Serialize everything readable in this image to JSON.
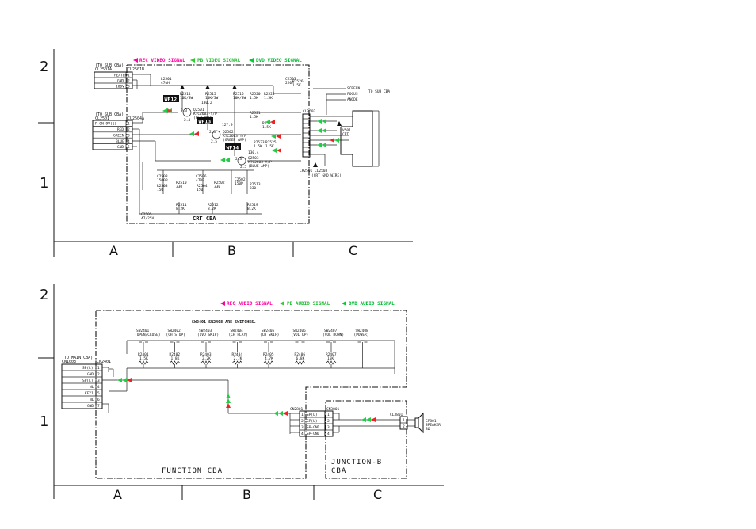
{
  "grid": {
    "rows": [
      "2",
      "1"
    ],
    "cols": [
      "A",
      "B",
      "C"
    ]
  },
  "colors": {
    "rec": "#ff00a0",
    "pb": "#33cc33",
    "dvd": "#00cc33",
    "arrow_red": "#ee2222",
    "arrow_green": "#22cc44"
  },
  "top": {
    "legend": {
      "rec": "REC VIDEO SIGNAL",
      "pb": "PB VIDEO SIGNAL",
      "dvd": "DVD VIDEO SIGNAL"
    },
    "board_label": "CRT CBA",
    "conn1": {
      "title1": "(TO SUB CBA)",
      "title2": "CL2501A",
      "ref": "CL2501B",
      "pins": [
        {
          "name": "HEATER",
          "num": "1"
        },
        {
          "name": "GND",
          "num": "2"
        },
        {
          "name": "180V",
          "num": "3"
        }
      ]
    },
    "conn2": {
      "title1": "(TO SUB CBA)",
      "title2": "CL2501",
      "ref": "CL2504A",
      "pins": [
        {
          "name": "P-ON+9V(1)",
          "num": "1"
        },
        {
          "name": "RED",
          "num": "2"
        },
        {
          "name": "GREEN",
          "num": "3"
        },
        {
          "name": "BLUE",
          "num": "4"
        },
        {
          "name": "GND",
          "num": "5"
        }
      ]
    },
    "wf": [
      "WF12",
      "WF13",
      "WF14"
    ],
    "transistors": [
      {
        "ref": "Q2501",
        "part": "KTC2603-Y/P",
        "desc": "(RED AMP)"
      },
      {
        "ref": "Q2502",
        "part": "KTC2603-Y/P",
        "desc": "(GREEN AMP)"
      },
      {
        "ref": "Q2503",
        "part": "KTC2603-Y/P",
        "desc": "(BLUE AMP)"
      }
    ],
    "resistors_top": [
      {
        "ref": "R2514",
        "val": "10K/3W"
      },
      {
        "ref": "R2515",
        "val": "10K/3W"
      },
      {
        "ref": "R2516",
        "val": "10K/3W"
      },
      {
        "ref": "R2520",
        "val": "1.5K"
      },
      {
        "ref": "R2524",
        "val": "1.5K"
      }
    ],
    "misc": [
      {
        "ref": "L2501",
        "val": "47uH"
      },
      {
        "ref": "C2503",
        "val": "220P"
      },
      {
        "ref": "R2521",
        "val": "1.5K"
      },
      {
        "ref": "R2522",
        "val": "1.5K"
      },
      {
        "ref": "R2523",
        "val": "1.5K"
      },
      {
        "ref": "R2525",
        "val": "1.5K"
      },
      {
        "ref": "R2526",
        "val": "1.5K"
      },
      {
        "ref": "C2508",
        "val": "1500P"
      },
      {
        "ref": "R2503",
        "val": "150"
      },
      {
        "ref": "C2506",
        "val": "470P"
      },
      {
        "ref": "R2510",
        "val": "330"
      },
      {
        "ref": "R2504",
        "val": "150"
      },
      {
        "ref": "R2502",
        "val": "330"
      },
      {
        "ref": "C2502",
        "val": "150P"
      },
      {
        "ref": "R2511",
        "val": "8.2K"
      },
      {
        "ref": "R2512",
        "val": "8.2K"
      },
      {
        "ref": "R2513",
        "val": "330"
      },
      {
        "ref": "R2519",
        "val": "8.2K"
      },
      {
        "ref": "C2505",
        "val": "47/25V"
      }
    ],
    "voltages": [
      "130.2",
      "2.3",
      "2.4",
      "127.9",
      "2.3",
      "2.5",
      "130.4",
      "2.3",
      "2.5"
    ],
    "crt_conn": {
      "ref": "CL2502",
      "pins": [
        "1",
        "2",
        "3",
        "4",
        "5",
        "6",
        "7",
        "8",
        "9"
      ]
    },
    "crt_labels": [
      "SCREEN",
      "FOCUS",
      "ANODE"
    ],
    "crt_to": "TO SUB CBA",
    "v501": {
      "ref": "V501",
      "desc": "CRT"
    },
    "cl2503": {
      "ref": "CL2503",
      "desc": "(CRT GND WIRE)"
    },
    "cr2501": "CR2501"
  },
  "bottom": {
    "legend": {
      "rec": "REC AUDIO SIGNAL",
      "pb": "PB AUDIO SIGNAL",
      "dvd": "DVD AUDIO SIGNAL"
    },
    "note": "SW2401-SW2408 ARE SWITCHES.",
    "board_label": "FUNCTION CBA",
    "jb_label1": "JUNCTION-B",
    "jb_label2": "CBA",
    "conn": {
      "title1": "(TO MAIN CBA)",
      "title2": "CN1003",
      "ref": "CN2401",
      "pins": [
        {
          "name": "SP(L)",
          "num": "1"
        },
        {
          "name": "GND",
          "num": "2"
        },
        {
          "name": "SP(L)",
          "num": "3"
        },
        {
          "name": "NL",
          "num": "4"
        },
        {
          "name": "KEY1",
          "num": "5"
        },
        {
          "name": "NL",
          "num": "6"
        },
        {
          "name": "GND",
          "num": "7"
        }
      ]
    },
    "switches": [
      {
        "ref": "SW2401",
        "name": "(OPEN/CLOSE)",
        "r": "R2401",
        "rv": "1.5K"
      },
      {
        "ref": "SW2402",
        "name": "(CH STOP)",
        "r": "R2402",
        "rv": "1.8K"
      },
      {
        "ref": "SW2403",
        "name": "(DVD SKIP)",
        "r": "R2403",
        "rv": "2.2K"
      },
      {
        "ref": "SW2404",
        "name": "(CH PLAY)",
        "r": "R2404",
        "rv": "2.7K"
      },
      {
        "ref": "SW2405",
        "name": "(CH SKIP)",
        "r": "R2405",
        "rv": "4.7K"
      },
      {
        "ref": "SW2406",
        "name": "(VOL UP)",
        "r": "R2406",
        "rv": "6.8K"
      },
      {
        "ref": "SW2407",
        "name": "(VOL DOWN)",
        "r": "R2407",
        "rv": "15K"
      },
      {
        "ref": "SW2408",
        "name": "(POWER)",
        "r": "",
        "rv": ""
      }
    ],
    "cn2801": {
      "ref": "CN2801",
      "pins": [
        {
          "num": "1",
          "name": "SP(L)"
        },
        {
          "num": "2",
          "name": "SP(L)"
        },
        {
          "num": "3",
          "name": "SP-GND"
        },
        {
          "num": "4",
          "name": "SP-GND"
        }
      ]
    },
    "cn3801": {
      "ref": "CN3801",
      "pins": [
        "1",
        "2",
        "3",
        "4"
      ]
    },
    "cl3801": {
      "ref": "CL3801",
      "pins": [
        "1",
        "2"
      ]
    },
    "speaker": {
      "ref": "SP801",
      "desc": "SPEAKER",
      "imp": "8Ω"
    }
  }
}
